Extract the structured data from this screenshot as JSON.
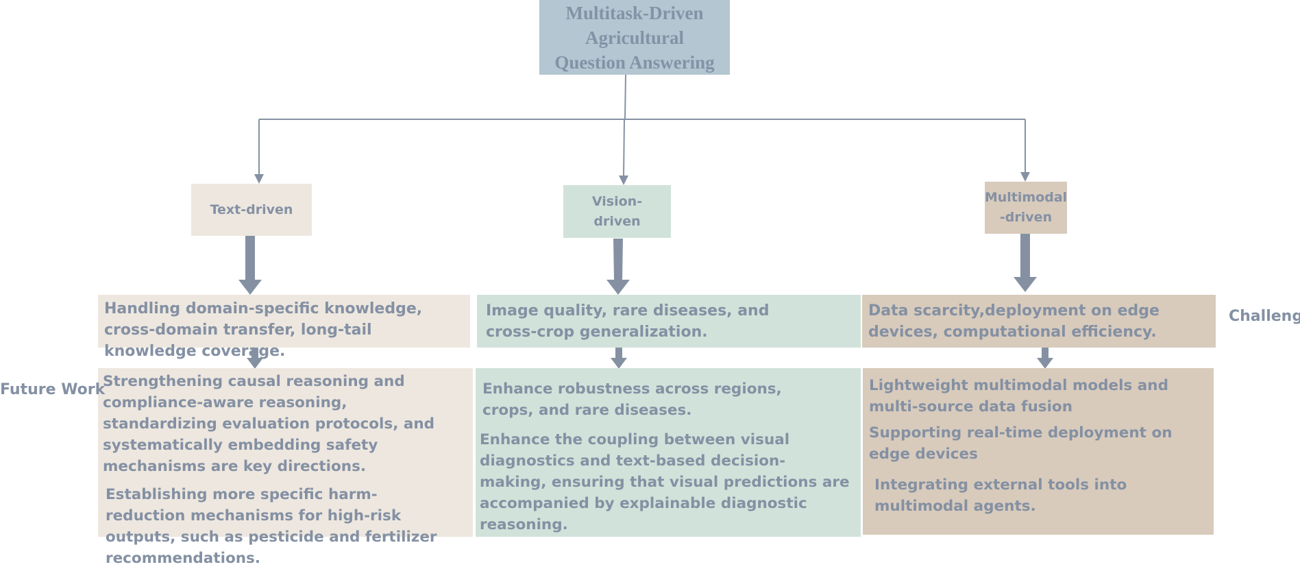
{
  "root": {
    "lines": [
      "Multitask-Driven",
      "Agricultural",
      "Question Answering"
    ]
  },
  "categories": [
    {
      "lines": [
        "Text-driven"
      ],
      "color": "#ede7df"
    },
    {
      "lines": [
        "Vision-",
        "driven"
      ],
      "color": "#d1e2da"
    },
    {
      "lines": [
        "Multimodal",
        "-driven"
      ],
      "color": "#d8cbbc"
    }
  ],
  "challenges": [
    "Handling domain-specific knowledge, cross-domain transfer, long-tail knowledge coverage.",
    "Image quality, rare diseases, and cross-crop generalization.",
    "Data scarcity,deployment on edge devices, computational efficiency."
  ],
  "future_work": [
    [
      "Strengthening causal reasoning and compliance-aware reasoning, standardizing evaluation protocols, and systematically embedding safety mechanisms are key directions.",
      "Establishing more specific harm-reduction mechanisms for high-risk outputs, such as pesticide and fertilizer recommendations."
    ],
    [
      "Enhance robustness across regions, crops, and rare diseases.",
      "Enhance the coupling between visual diagnostics and text-based decision-making, ensuring that visual predictions are accompanied by explainable diagnostic reasoning."
    ],
    [
      "Lightweight multimodal models and multi-source data fusion",
      "Supporting real-time deployment on edge devices",
      "Integrating external tools into multimodal agents."
    ]
  ],
  "side_labels": {
    "challenge": "Challenge",
    "future_work": "Future Work"
  },
  "colors": {
    "connector": "#8591a3",
    "text": "#8490a3",
    "root_fill": "#b3c6d1"
  }
}
